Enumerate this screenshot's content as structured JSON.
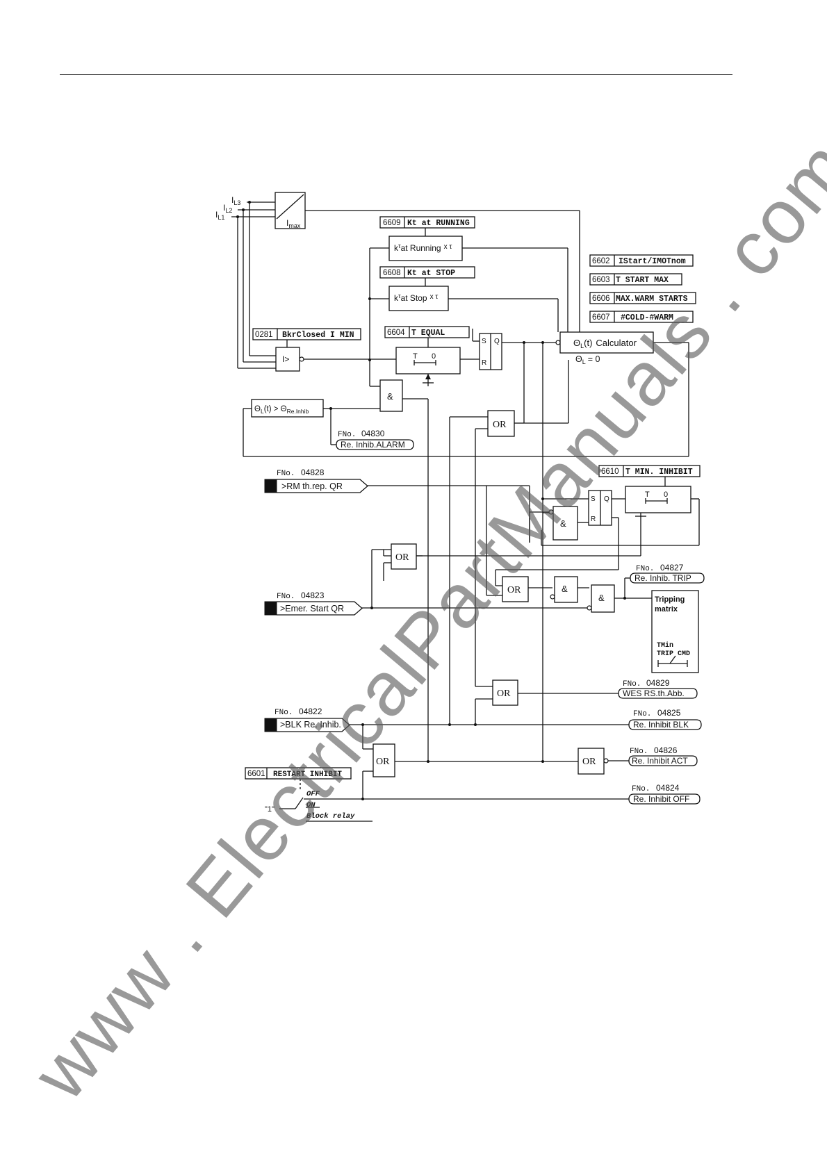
{
  "inputs": {
    "il3": "I",
    "il3_sub": "L3",
    "il2": "I",
    "il2_sub": "L2",
    "il1": "I",
    "il1_sub": "L1",
    "imax": "I",
    "imax_sub": "max"
  },
  "params": [
    {
      "code": "6609",
      "label": "Kt at RUNNING"
    },
    {
      "code": "6608",
      "label": "Kt at STOP"
    },
    {
      "code": "0281",
      "label": "BkrClosed I MIN"
    },
    {
      "code": "6604",
      "label": "T EQUAL"
    },
    {
      "code": "6602",
      "label": "IStart/IMOTnom"
    },
    {
      "code": "6603",
      "label": "T START MAX"
    },
    {
      "code": "6606",
      "label": "MAX.WARM STARTS"
    },
    {
      "code": "6607",
      "label": "#COLD-#WARM"
    },
    {
      "code": "6610",
      "label": "T MIN. INHIBIT"
    },
    {
      "code": "6601",
      "label": "RESTART INHIBIT"
    }
  ],
  "blocks": {
    "k_running": {
      "k": "k",
      "tau": "τ",
      "sub": "at Running",
      "suffix": "x τ"
    },
    "k_stop": {
      "k": "k",
      "tau": "τ",
      "sub": "at Stop",
      "suffix": "x τ"
    },
    "i_greater": "I>",
    "timer_t": "T",
    "timer_0": "0",
    "sr_s": "S",
    "sr_q": "Q",
    "sr_r": "R",
    "and": "&",
    "or": "OR",
    "calc": {
      "theta": "Θ",
      "sub": "L",
      "t": "(t)",
      "name": "Calculator"
    },
    "calc_reset": {
      "theta": "Θ",
      "sub": "L",
      "eq": "= 0"
    },
    "compare": {
      "left": "Θ",
      "left_sub": "L",
      "mid": "(t) > Θ",
      "right_sub": "Re.Inhib"
    },
    "tripping_matrix": "Tripping matrix",
    "tmin": "TMin",
    "trip_cmd": "TRIP CMD",
    "one": "\"1\"",
    "switch_off": "OFF",
    "switch_on": "ON",
    "switch_block": "Block relay"
  },
  "fno_prefix": "FNo.",
  "annunciations_in": [
    {
      "fno": "04828",
      "label": ">RM th.rep. QR"
    },
    {
      "fno": "04823",
      "label": ">Emer. Start QR"
    },
    {
      "fno": "04822",
      "label": ">BLK Re. Inhib."
    }
  ],
  "annunciations_out": [
    {
      "fno": "04830",
      "label": "Re. Inhib.ALARM"
    },
    {
      "fno": "04827",
      "label": "Re. Inhib. TRIP"
    },
    {
      "fno": "04829",
      "label": "WES RS.th.Abb."
    },
    {
      "fno": "04825",
      "label": "Re. Inhibit BLK"
    },
    {
      "fno": "04826",
      "label": "Re. Inhibit ACT"
    },
    {
      "fno": "04824",
      "label": "Re. Inhibit OFF"
    }
  ],
  "watermark": "www . ElectricalPartManuals . com"
}
